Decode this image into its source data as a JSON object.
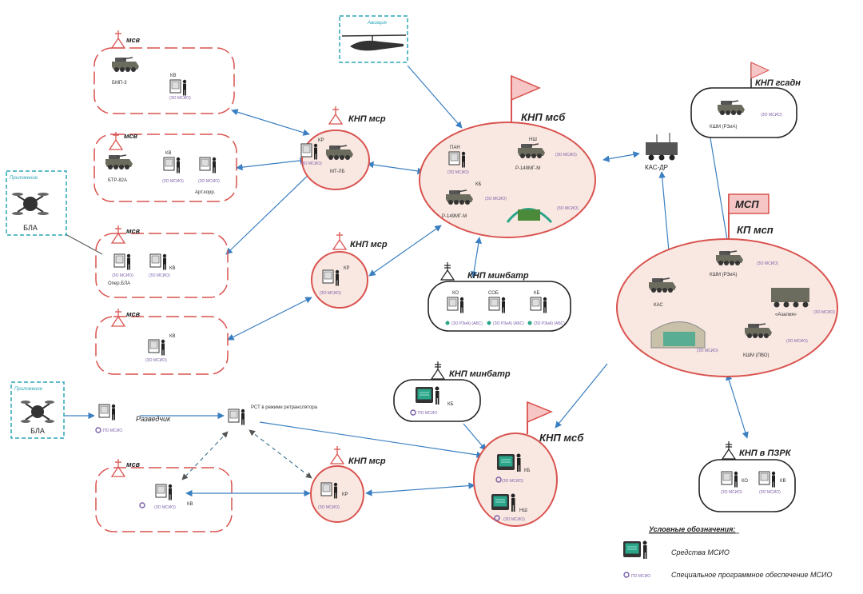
{
  "colors": {
    "red": "#d9534f",
    "pink": "#f6c6c6",
    "blue": "#3a7fc1",
    "cyan": "#2aa5b5",
    "purple": "#7a5fa8",
    "oval_fill": "#f9e8e2"
  },
  "icons": {
    "vehicle": "armored-vehicle-icon",
    "helicopter": "helicopter-icon",
    "drone": "drone-icon",
    "soldier_terminal": "soldier-terminal-icon",
    "flag": "flag-icon",
    "unit_symbol": "unit-symbol-icon"
  },
  "mso_short": "(ЗО МСИО)",
  "po_mso": "ПО МСИО",
  "top_left": {
    "msv1": {
      "title": "мсв",
      "bmp": "БМП-3",
      "kv": "КВ"
    },
    "msv2": {
      "title": "мсв",
      "btr": "БТР-82А",
      "kv": "КВ",
      "art": "Арт.корр."
    },
    "msv3": {
      "title": "мсв",
      "oper": "Опер.БЛА",
      "kv": "КВ"
    },
    "msv4": {
      "title": "мсв",
      "kv": "КВ"
    }
  },
  "bla_top": {
    "label": "Приложение",
    "name": "БЛА"
  },
  "bla_bottom": {
    "label": "Приложение",
    "name": "БЛА"
  },
  "heli": {
    "label": "Авиация"
  },
  "knp_msr1": {
    "title": "КНП мср",
    "kr": "КР",
    "veh": "МТ-ЛБ"
  },
  "knp_msr2": {
    "title": "КНП мср",
    "kr": "КР"
  },
  "knp_msb_top": {
    "title": "КНП мсб",
    "pan": "ПАН",
    "nsh": "НШ",
    "r1": "Р-149МГ-М",
    "kb": "КБ",
    "r2": "Р-149МГ-М"
  },
  "knp_minbatr1": {
    "title": "КНП минбатр",
    "ko": "КО",
    "sob": "СОБ",
    "kb": "КБ",
    "c1": "(ЗО РЗиА) (АБС)",
    "c2": "(ЗО РЗиА) (АБС)",
    "c3": "(ЗО РЗиА) (АБС)"
  },
  "kas_dr": {
    "label": "КАС-ДР"
  },
  "knp_gsadn": {
    "title": "КНП гсадн",
    "kshm": "КШМ (РЗиА)"
  },
  "msp": {
    "flag": "МСП",
    "title": "КП мсп",
    "kas": "КАС",
    "k1": "КШМ (РЗиА)",
    "k2": "«Азалия»",
    "k3": "КШМ (ПВО)"
  },
  "knp_minbatr2": {
    "title": "КНП минбатр",
    "kb": "КБ"
  },
  "razv": {
    "label": "Разведчик"
  },
  "retr": {
    "label": "РСТ в режиме ретранслятора"
  },
  "knp_msb_bottom": {
    "title": "КНП мсб",
    "kb": "КБ",
    "nsh": "НШ"
  },
  "bottom_msv": {
    "title": "мсв",
    "kv": "КВ"
  },
  "knp_msr3": {
    "title": "КНП мср",
    "kr": "КР"
  },
  "knp_pzrk": {
    "title": "КНП в ПЗРК",
    "ko": "КО",
    "kv": "КВ"
  },
  "legend": {
    "header": "Условные обозначения:",
    "item1": "Средства МСИО",
    "item2_short": "ПО МСИО",
    "item2": "Специальное программное обеспечение МСИО"
  }
}
